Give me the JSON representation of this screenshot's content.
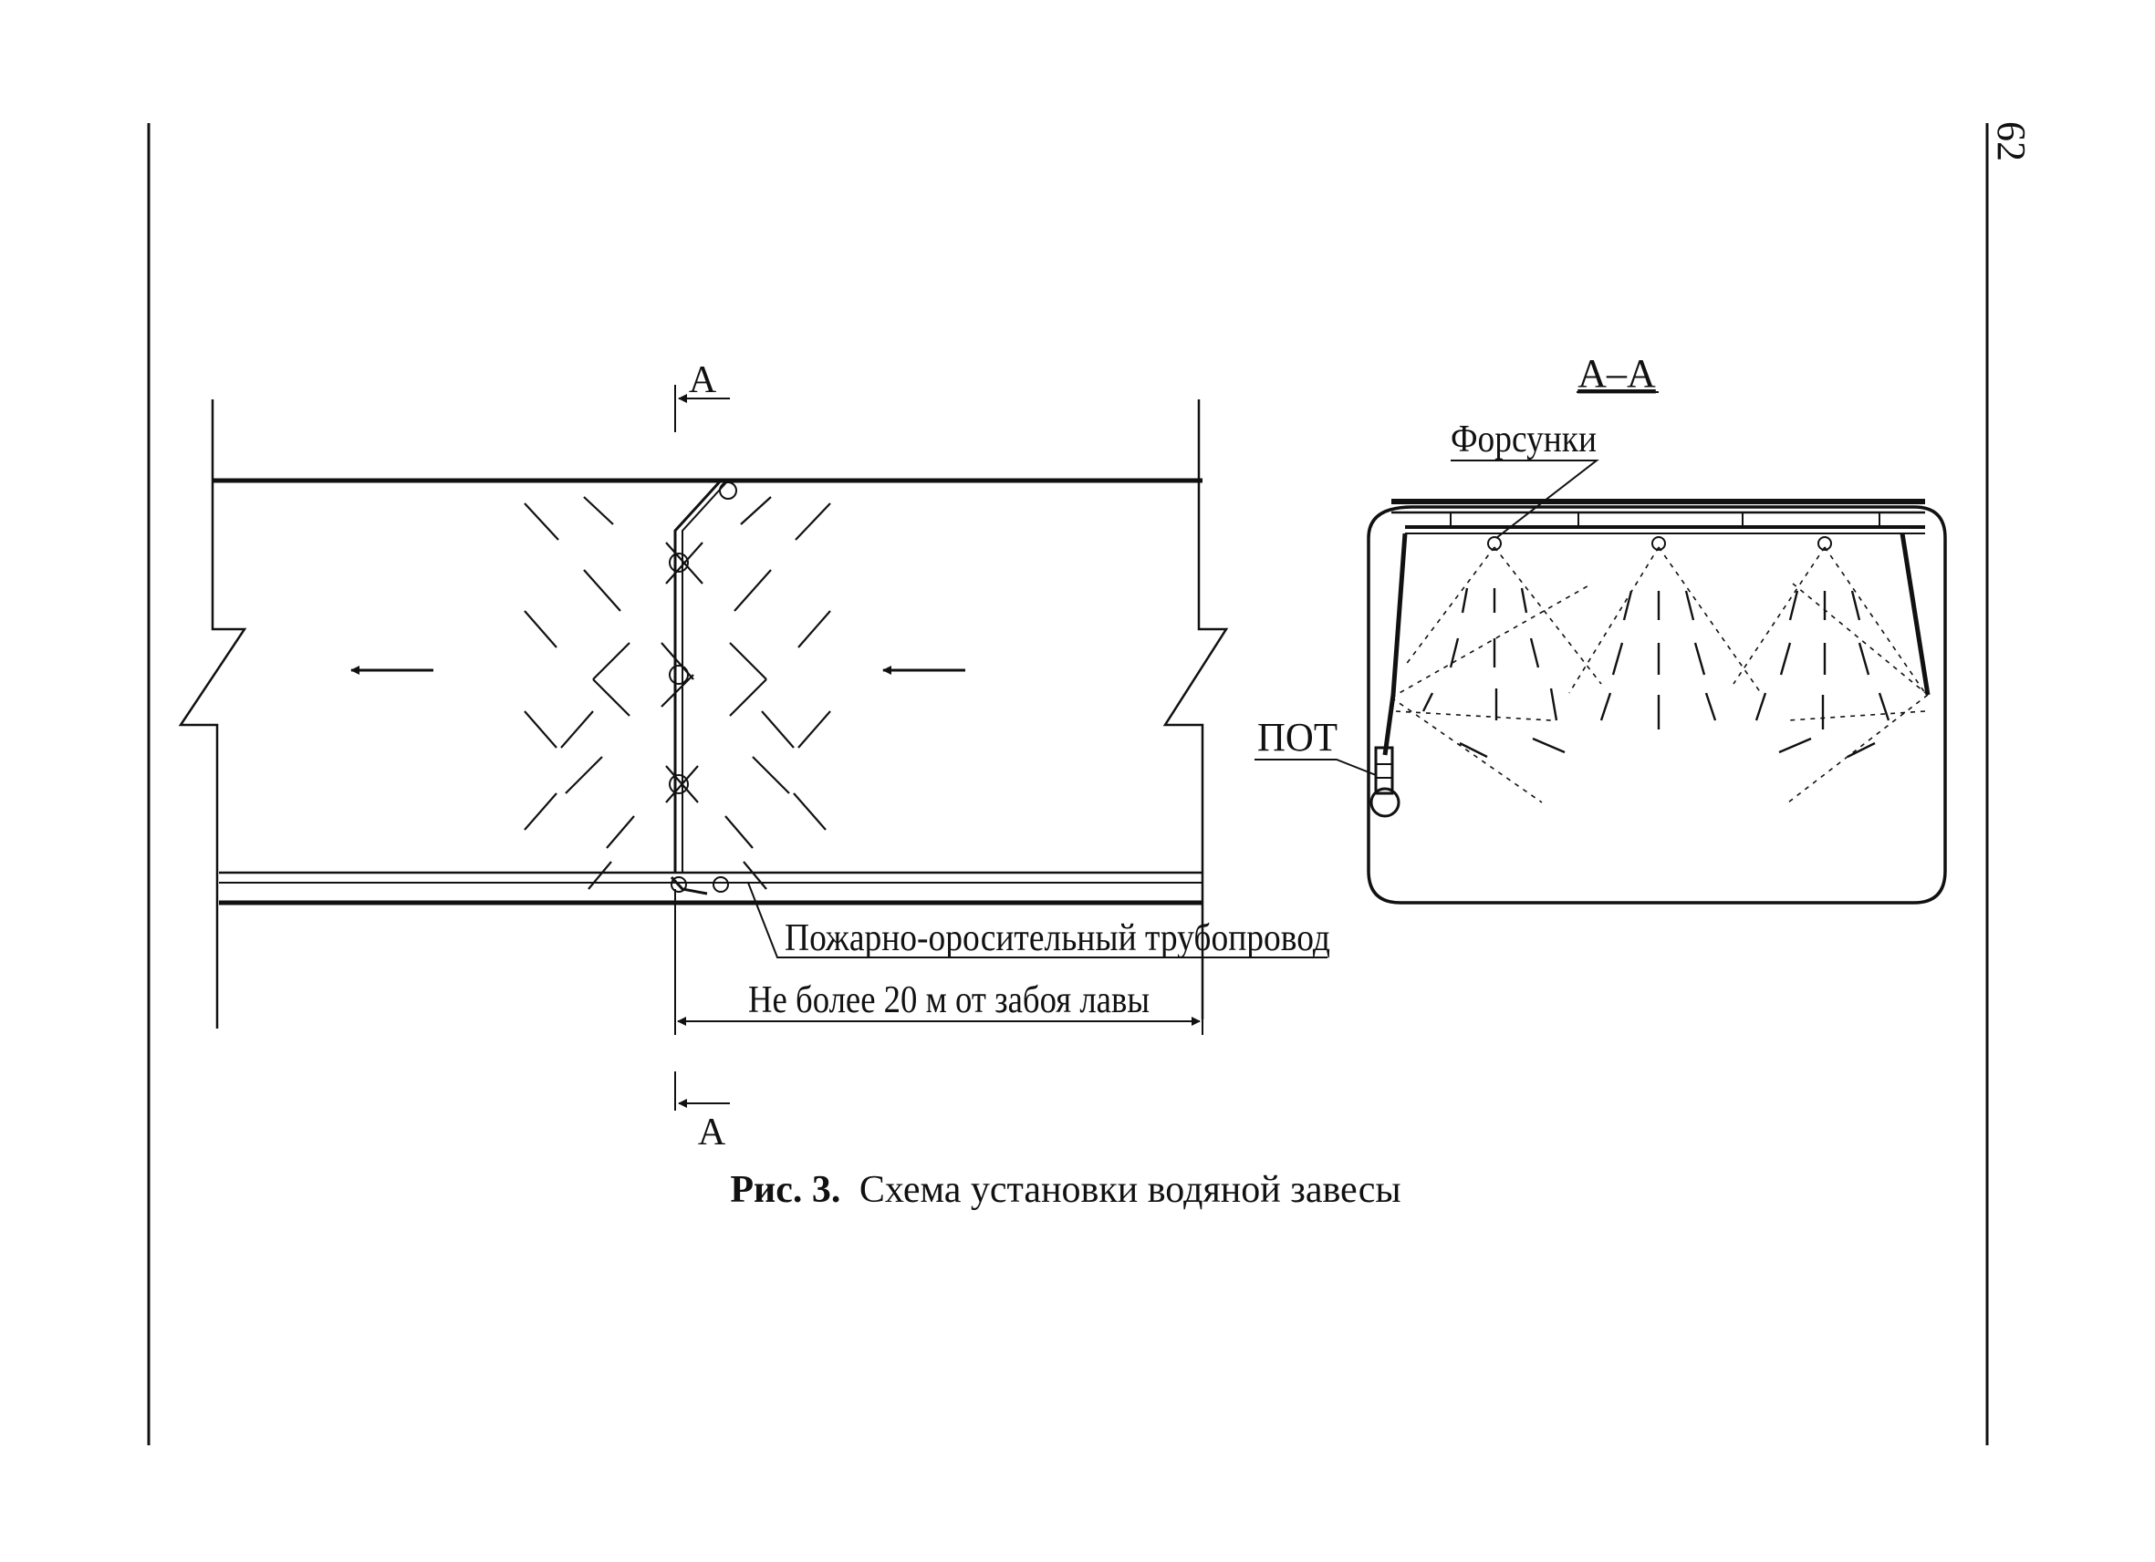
{
  "page_number": "62",
  "section_mark": "А",
  "section_view_title": "А–А",
  "labels": {
    "nozzles": "Форсунки",
    "pot": "ПОТ",
    "pipeline": "Пожарно-оросительный трубопровод",
    "distance": "Не более 20 м от забоя лавы"
  },
  "caption": {
    "prefix": "Рис. 3.",
    "text": "Схема установки водяной завесы"
  }
}
